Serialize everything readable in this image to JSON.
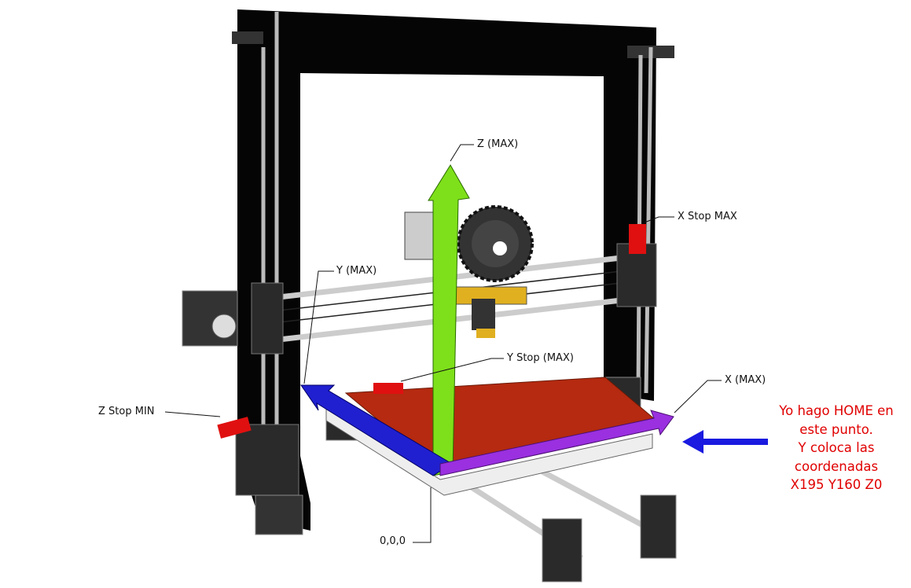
{
  "labels": {
    "z_max": "Z (MAX)",
    "x_stop_max": "X Stop MAX",
    "y_max": "Y (MAX)",
    "y_stop_max": "Y Stop (MAX)",
    "x_max": "X (MAX)",
    "z_stop_min": "Z Stop MIN",
    "origin": "0,0,0"
  },
  "note": {
    "lines": [
      "Yo hago HOME en",
      "este punto.",
      "Y coloca las",
      "coordenadas",
      "X195 Y160 Z0"
    ]
  },
  "colors": {
    "z_axis": "#7ee01a",
    "y_axis": "#2020d0",
    "x_axis": "#9a30e0",
    "bed": "#b52a10",
    "note": "#e00000",
    "home_arrow": "#1a1ae0"
  }
}
